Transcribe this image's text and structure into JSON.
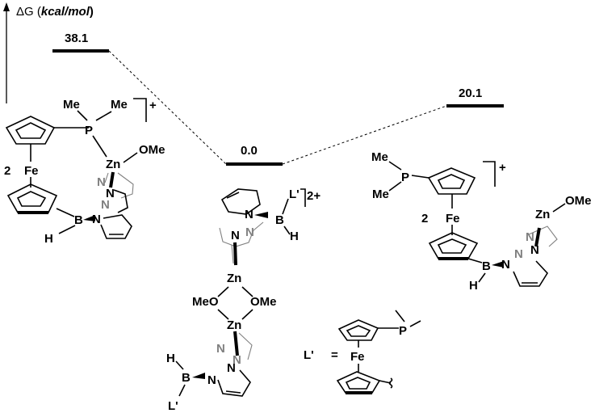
{
  "axis": {
    "label_prefix": "ΔG (",
    "label_unit": "kcal/mol",
    "label_suffix": ")"
  },
  "levels": [
    {
      "value": "38.1"
    },
    {
      "value": "0.0"
    },
    {
      "value": "20.1"
    }
  ],
  "atoms": {
    "Me": "Me",
    "P": "P",
    "Zn": "Zn",
    "OMe": "OMe",
    "MeO": "MeO",
    "Fe": "Fe",
    "B": "B",
    "H": "H",
    "N": "N"
  },
  "charges": {
    "plus": "+",
    "two_plus": "2+"
  },
  "multipliers": {
    "left": "2",
    "right": "2"
  },
  "legend": {
    "ligand": "L'",
    "equals": "="
  },
  "ligand_label": "L'"
}
